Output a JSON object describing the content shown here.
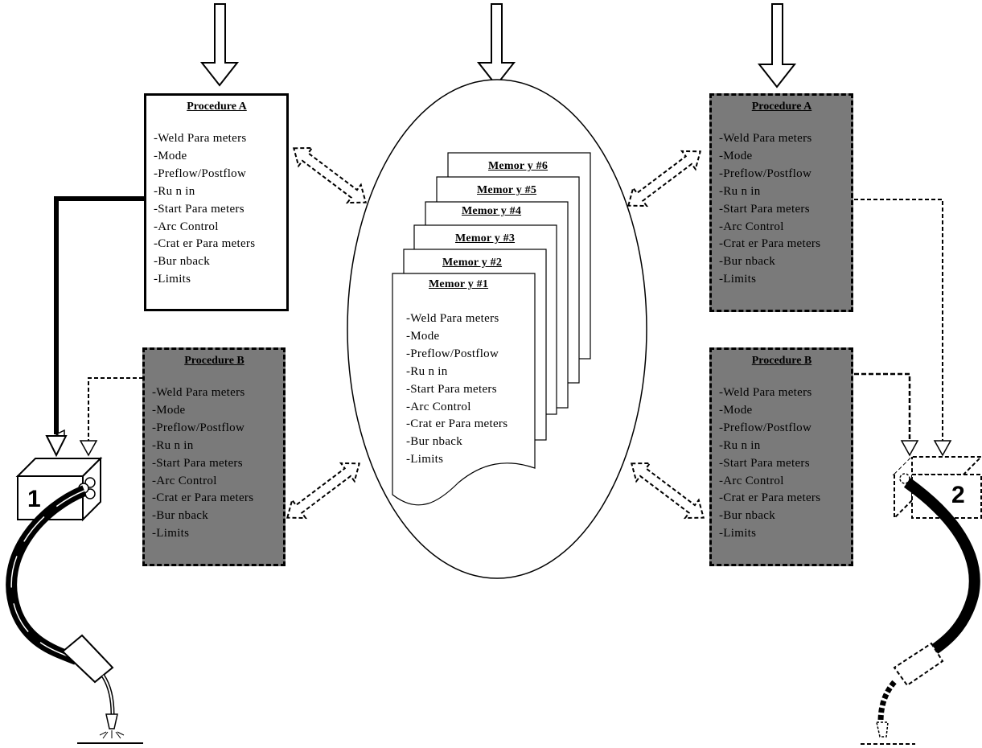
{
  "procedure_a_title": "Procedure   A",
  "procedure_b_title": "Procedure B",
  "parameters": [
    "-Weld Para meters",
    "-Mode",
    "-Preflow/Postflow",
    "-Ru n in",
    "-Start  Para meters",
    "-Arc Control",
    "-Crat er Para meters",
    "-Bur nback",
    "-Limits"
  ],
  "memories": [
    "Memor y #1",
    "Memor y #2",
    "Memor y #3",
    "Memor y #4",
    "Memor y #5",
    "Memor y #6"
  ],
  "units": [
    "1",
    "2"
  ],
  "colors": {
    "active_border": "#000000",
    "inactive_fill": "#7a7a7a",
    "background": "#ffffff"
  }
}
